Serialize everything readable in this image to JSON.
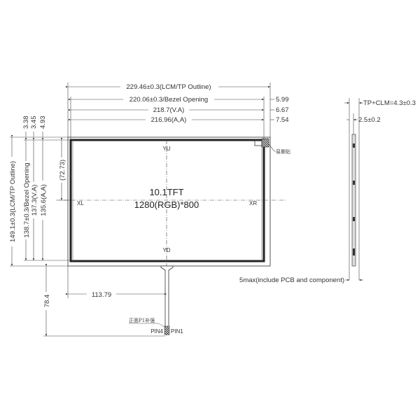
{
  "drawing": {
    "front_view": {
      "horizontal_dims": {
        "outline": "229.46±0.3(LCM/TP Outline)",
        "bezel": "220.06±0.3/Bezel Opening",
        "va": "218.7(V.A)",
        "aa": "216.96(A,A)"
      },
      "right_offsets": {
        "bezel": "5.99",
        "va": "6.67",
        "aa": "7.54"
      },
      "vertical_dims": {
        "outline": "149.1±0.3(LCM/TP Outline)",
        "bezel": "138.7±0.3/Bezel Opening",
        "va": "137.3(V.A)",
        "aa": "135.6(A,A)",
        "half_height": "(72.73)"
      },
      "top_offsets": {
        "bezel": "3.38",
        "va": "3.45",
        "aa": "4.93"
      },
      "center_text": {
        "line1": "10.1TFT",
        "line2": "1280(RGB)*800"
      },
      "axis_labels": {
        "top": "YU",
        "bottom": "YD",
        "left": "XL",
        "right": "XR"
      },
      "tape_label": "易撕贴",
      "tail_offset": "113.79",
      "tail_length": "78.4",
      "stiffener_label": "正面P1补强",
      "pins": {
        "left": "PIN4",
        "right": "PIN1"
      }
    },
    "side_view": {
      "total_thickness": "TP+CLM=4.3±0.3",
      "tp_thickness": "2.5±0.2",
      "pcb_note": "5max(include PCB and component)"
    }
  }
}
